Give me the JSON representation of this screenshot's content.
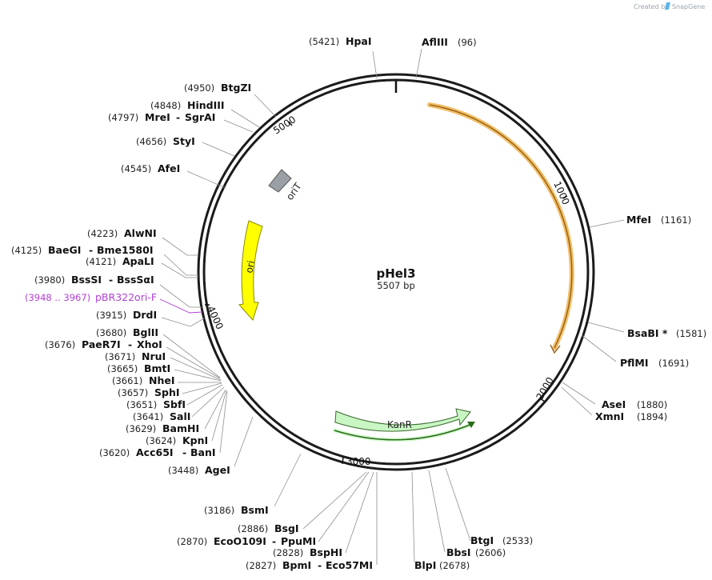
{
  "credit": {
    "prefix": "Created by",
    "brand": "SnapGene"
  },
  "plasmid": {
    "name": "pHel3",
    "size_label": "5507 bp",
    "length": 5507
  },
  "ticks": [
    "1000",
    "2000",
    "3000",
    "4000",
    "5000"
  ],
  "features": {
    "kanr": "KanR",
    "ori": "ori",
    "orit": "oriT"
  },
  "sites": [
    {
      "id": "hpai",
      "name": "HpaI",
      "pos": "(5421)",
      "bp": 5421
    },
    {
      "id": "aflIII",
      "name": "AflIII",
      "pos": "(96)",
      "bp": 96
    },
    {
      "id": "btgzi",
      "name": "BtgZI",
      "pos": "(4950)",
      "bp": 4950
    },
    {
      "id": "hindiii",
      "name": "HindIII",
      "pos": "(4848)",
      "bp": 4848
    },
    {
      "id": "mrei",
      "name": "MreI",
      "name2": "SgrAI",
      "pos": "(4797)",
      "bp": 4797
    },
    {
      "id": "styi",
      "name": "StyI",
      "pos": "(4656)",
      "bp": 4656
    },
    {
      "id": "afei",
      "name": "AfeI",
      "pos": "(4545)",
      "bp": 4545
    },
    {
      "id": "alwni",
      "name": "AlwNI",
      "pos": "(4223)",
      "bp": 4223
    },
    {
      "id": "baegi",
      "name": "BaeGI",
      "name2": "Bme1580I",
      "pos": "(4125)",
      "bp": 4125
    },
    {
      "id": "apali",
      "name": "ApaLI",
      "pos": "(4121)",
      "bp": 4121
    },
    {
      "id": "bssi",
      "name": "BssSI",
      "name2": "BssSαI",
      "pos": "(3980)",
      "bp": 3980
    },
    {
      "id": "drdi",
      "name": "DrdI",
      "pos": "(3915)",
      "bp": 3915
    },
    {
      "id": "bglii",
      "name": "BglII",
      "pos": "(3680)",
      "bp": 3680
    },
    {
      "id": "paer7i",
      "name": "PaeR7I",
      "name2": "XhoI",
      "pos": "(3676)",
      "bp": 3676
    },
    {
      "id": "nrui",
      "name": "NruI",
      "pos": "(3671)",
      "bp": 3671
    },
    {
      "id": "bmti",
      "name": "BmtI",
      "pos": "(3665)",
      "bp": 3665
    },
    {
      "id": "nhei",
      "name": "NheI",
      "pos": "(3661)",
      "bp": 3661
    },
    {
      "id": "sphi",
      "name": "SphI",
      "pos": "(3657)",
      "bp": 3657
    },
    {
      "id": "sbfi",
      "name": "SbfI",
      "pos": "(3651)",
      "bp": 3651
    },
    {
      "id": "sali",
      "name": "SalI",
      "pos": "(3641)",
      "bp": 3641
    },
    {
      "id": "bamhi",
      "name": "BamHI",
      "pos": "(3629)",
      "bp": 3629
    },
    {
      "id": "kpni",
      "name": "KpnI",
      "pos": "(3624)",
      "bp": 3624
    },
    {
      "id": "acc65i",
      "name": "Acc65I",
      "name2": "BanI",
      "pos": "(3620)",
      "bp": 3620
    },
    {
      "id": "agei",
      "name": "AgeI",
      "pos": "(3448)",
      "bp": 3448
    },
    {
      "id": "bsmi",
      "name": "BsmI",
      "pos": "(3186)",
      "bp": 3186
    },
    {
      "id": "bsgi",
      "name": "BsgI",
      "pos": "(2886)",
      "bp": 2886
    },
    {
      "id": "ecoo109i",
      "name": "EcoO109I",
      "name2": "PpuMI",
      "pos": "(2870)",
      "bp": 2870
    },
    {
      "id": "bsphi",
      "name": "BspHI",
      "pos": "(2828)",
      "bp": 2828
    },
    {
      "id": "bpmi",
      "name": "BpmI",
      "name2": "Eco57MI",
      "pos": "(2827)",
      "bp": 2827
    },
    {
      "id": "blpi",
      "name": "BlpI",
      "pos": "(2678)",
      "bp": 2678
    },
    {
      "id": "bbsi",
      "name": "BbsI",
      "pos": "(2606)",
      "bp": 2606
    },
    {
      "id": "btgi",
      "name": "BtgI",
      "pos": "(2533)",
      "bp": 2533
    },
    {
      "id": "asei",
      "name": "AseI",
      "pos": "(1880)",
      "bp": 1880
    },
    {
      "id": "xmni",
      "name": "XmnI",
      "pos": "(1894)",
      "bp": 1894
    },
    {
      "id": "pflmi",
      "name": "PflMI",
      "pos": "(1691)",
      "bp": 1691
    },
    {
      "id": "bsabi",
      "name": "BsaBI *",
      "pos": "(1581)",
      "bp": 1581
    },
    {
      "id": "mfei",
      "name": "MfeI",
      "pos": "(1161)",
      "bp": 1161
    }
  ],
  "primer": {
    "name": "pBR322ori-F",
    "range": "(3948 .. 3967)"
  },
  "colors": {
    "backbone": "#1b1b1b",
    "orange_feature": "#f0b14a",
    "ori_fill": "#ffff00",
    "kanr_fill": "#c9f7c3",
    "kanr_orf": "#2a6b1a",
    "orit_fill": "#9aa0a6",
    "primer": "#b23fd6",
    "leader": "#8f8f8f"
  }
}
